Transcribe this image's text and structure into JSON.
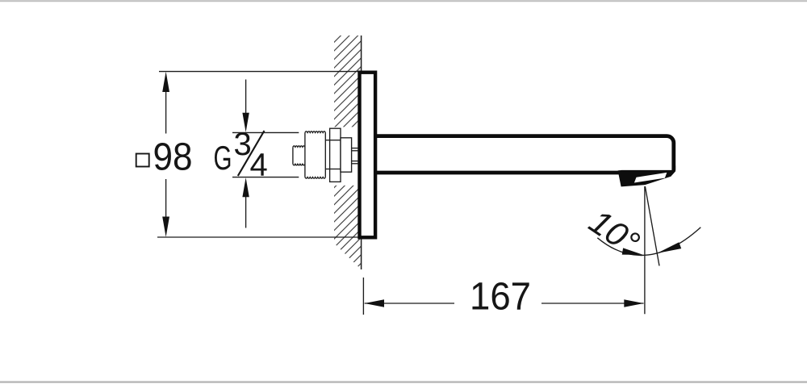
{
  "page": {
    "background": "#ffffff",
    "frame_line_color": "#bdbdbd"
  },
  "drawing": {
    "line_color": "#161616",
    "labels": {
      "square_side": "98",
      "thread_prefix": "G",
      "thread_numerator": "3",
      "thread_denominator": "4",
      "projection_length": "167",
      "stream_angle": "10°"
    }
  }
}
